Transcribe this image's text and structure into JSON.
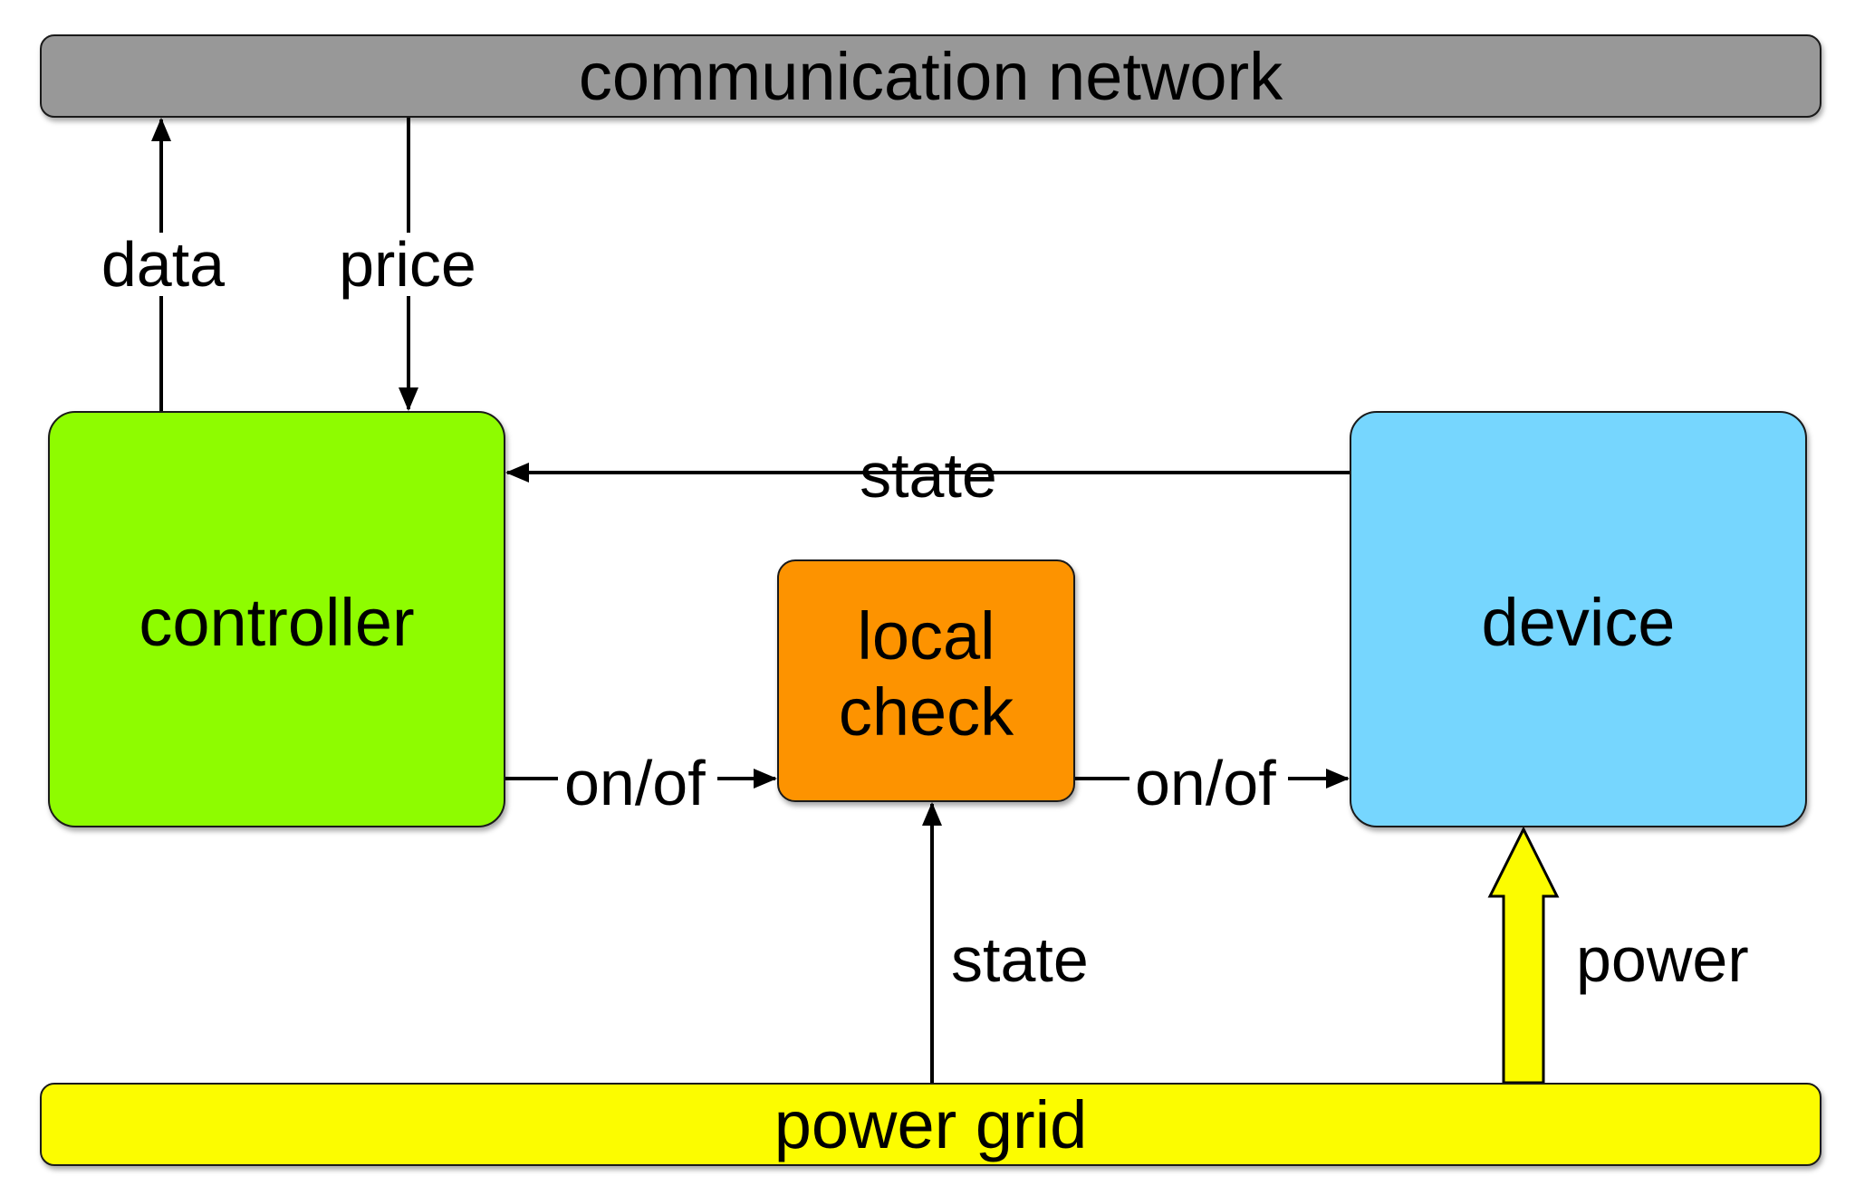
{
  "nodes": {
    "communication_network": "communication network",
    "power_grid": "power grid",
    "controller": "controller",
    "local_check": "local\ncheck",
    "device": "device"
  },
  "edges": {
    "data": "data",
    "price": "price",
    "state_device_to_controller": "state",
    "onoff_controller_to_local_check": "on/of",
    "onoff_local_check_to_device": "on/of",
    "state_grid_to_local_check": "state",
    "power_grid_to_device": "power"
  },
  "colors": {
    "communication_network": "#989898",
    "power_grid": "#fcfc00",
    "controller": "#8efc00",
    "local_check": "#fd9300",
    "device": "#76d6fe",
    "power_arrow": "#fcfc00",
    "stroke": "#000000"
  }
}
